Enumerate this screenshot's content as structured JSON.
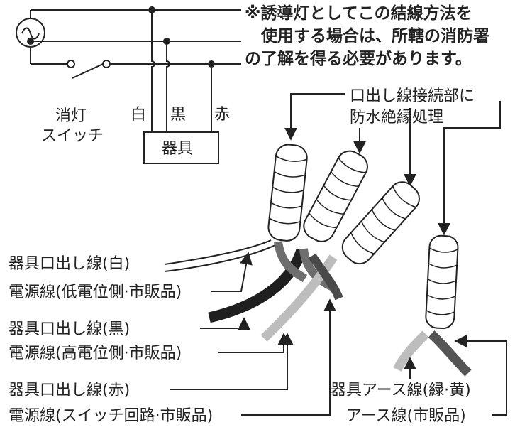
{
  "note": {
    "lines": [
      "※誘導灯としてこの結線方法を",
      "使用する場合は、所轄の消防署",
      "の了解を得る必要があります。"
    ]
  },
  "circuit": {
    "switch_label_line1": "消灯",
    "switch_label_line2": "スイッチ",
    "wire_labels": [
      "白",
      "黒",
      "赤"
    ],
    "device_label": "器具",
    "ac_symbol": "~"
  },
  "callouts": {
    "waterproof_line1": "口出し線接続部に",
    "waterproof_line2": "防水絶縁処理"
  },
  "left_labels": [
    "器具口出し線(白)",
    "電源線(低電位側·市販品)",
    "器具口出し線(黒)",
    "電源線(高電位側·市販品)",
    "器具口出し線(赤)",
    "電源線(スイッチ回路·市販品)"
  ],
  "right_labels": [
    "器具アース線(緑·黄)",
    "アース線(市販品)"
  ],
  "colors": {
    "ink": "#222222",
    "black_wire": "#1f1f1f",
    "gray_wire": "#8a8a8a",
    "light_wire": "#bdbdbd"
  }
}
